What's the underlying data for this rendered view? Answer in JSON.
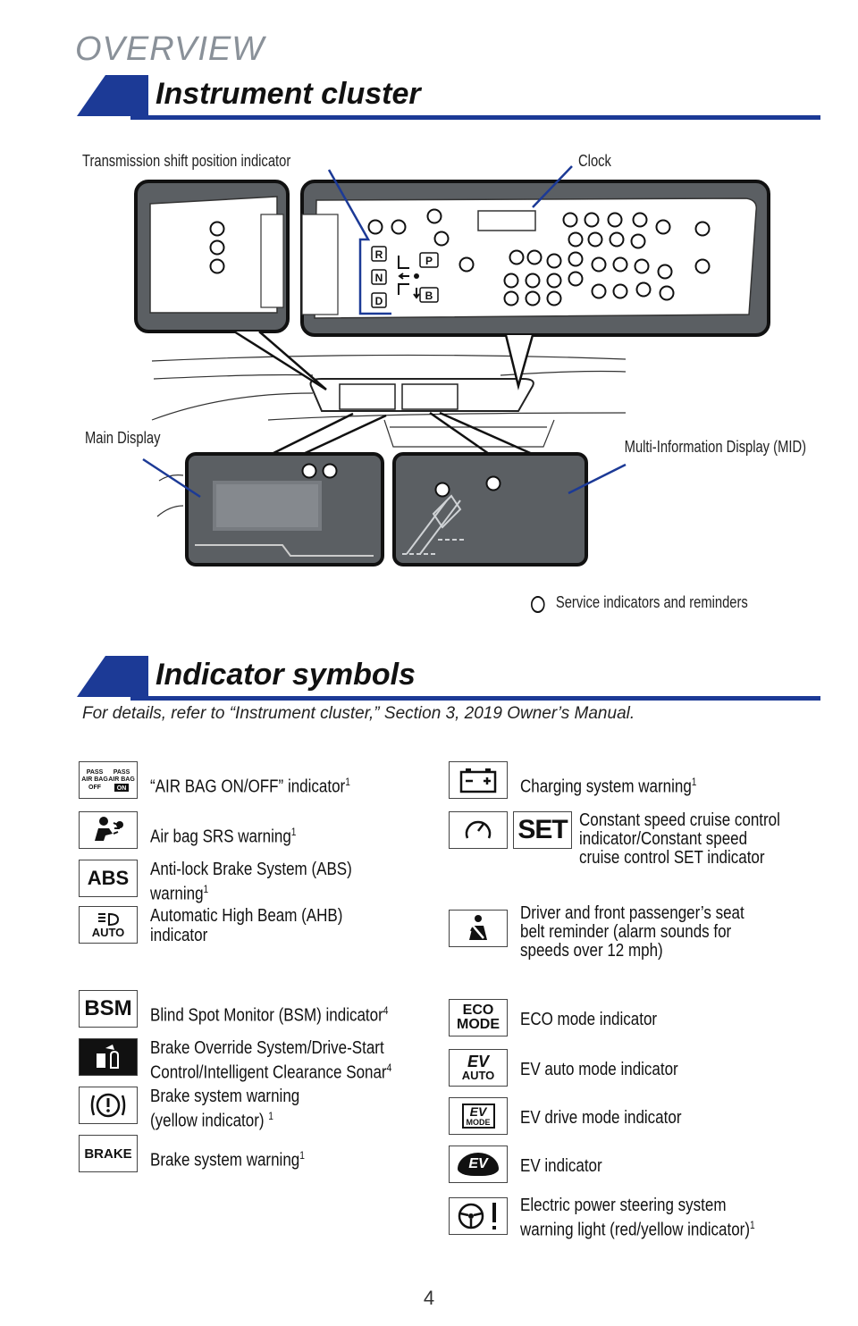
{
  "header": {
    "section": "OVERVIEW"
  },
  "cluster_section": {
    "title": "Instrument cluster",
    "callouts": {
      "shift": "Transmission shift position indicator",
      "clock": "Clock",
      "main": "Main Display",
      "mid": "Multi-Information Display (MID)"
    },
    "shift_letters": {
      "r": "R",
      "n": "N",
      "d": "D",
      "p": "P",
      "b": "B"
    },
    "legend": "Service indicators and reminders"
  },
  "symbols_section": {
    "title": "Indicator symbols",
    "note": "For details, refer to “Instrument cluster,” Section 3, 2019  Owner’s Manual.",
    "left": [
      {
        "icon": "pass-air-bag-icon",
        "glyph_a": "PASS AIR BAG OFF",
        "glyph_b": "PASS AIR BAG ON",
        "line1": "“AIR BAG ON/OFF” indicator",
        "sup": "1"
      },
      {
        "icon": "air-bag-srs-icon",
        "line1": "Air bag SRS warning",
        "sup": "1"
      },
      {
        "icon": "abs-icon",
        "glyph": "ABS",
        "line1": "Anti-lock Brake System (ABS)",
        "line2": "warning",
        "sup": "1"
      },
      {
        "icon": "auto-high-beam-icon",
        "glyph": "AUTO",
        "line1": "Automatic High Beam (AHB)",
        "line2": "indicator"
      },
      {
        "icon": "bsm-icon",
        "glyph": "BSM",
        "line1": "Blind Spot Monitor (BSM) indicator",
        "sup": "4"
      },
      {
        "icon": "brake-override-icon",
        "line1": "Brake Override System/Drive-Start",
        "line2": "Control/Intelligent Clearance Sonar",
        "sup": "4"
      },
      {
        "icon": "brake-warning-yellow-icon",
        "glyph": "(!)",
        "line1": "Brake system warning",
        "line2": "(yellow indicator) ",
        "sup": "1"
      },
      {
        "icon": "brake-text-icon",
        "glyph": "BRAKE",
        "line1": "Brake system warning",
        "sup": "1"
      }
    ],
    "right": [
      {
        "icon": "battery-icon",
        "glyph": "– +",
        "line1": "Charging system warning",
        "sup": "1"
      },
      {
        "icon": "cruise-control-icon",
        "glyph": "SET",
        "line1": "Constant speed cruise control",
        "line2": "indicator/Constant speed",
        "line3": "cruise control SET indicator"
      },
      {
        "icon": "seatbelt-icon",
        "line1": "Driver and front passenger’s seat",
        "line2": "belt reminder (alarm sounds for",
        "line3": "speeds over 12 mph)"
      },
      {
        "icon": "eco-mode-icon",
        "glyph_a": "ECO",
        "glyph_b": "MODE",
        "line1": "ECO mode indicator"
      },
      {
        "icon": "ev-auto-icon",
        "glyph_a": "EV",
        "glyph_b": "AUTO",
        "line1": "EV auto mode indicator"
      },
      {
        "icon": "ev-drive-mode-icon",
        "glyph_a": "EV",
        "glyph_b": "MODE",
        "line1": "EV drive mode indicator"
      },
      {
        "icon": "ev-indicator-icon",
        "glyph": "EV",
        "line1": "EV indicator"
      },
      {
        "icon": "power-steering-icon",
        "line1": "Electric power steering system",
        "line2": "warning light (red/yellow indicator)",
        "sup": "1"
      }
    ]
  },
  "footer": {
    "page": "4"
  },
  "colors": {
    "accent": "#1c3a96",
    "panel": "#5b5f63",
    "heading_gray": "#8a9199"
  }
}
